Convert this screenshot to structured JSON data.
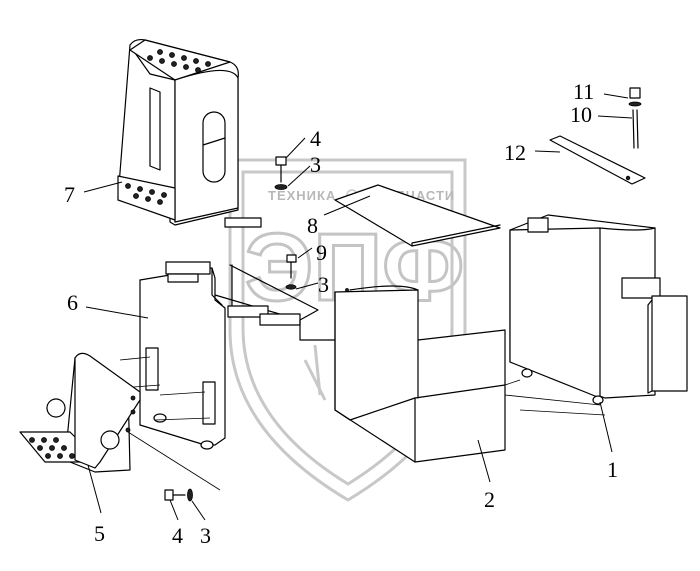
{
  "watermark": {
    "text_left": "ТЕХНИКА",
    "text_right": "ЗАПЧАСТИ",
    "logo_letters": "ЭПФ"
  },
  "callouts": [
    {
      "id": "c1",
      "label": "1"
    },
    {
      "id": "c2",
      "label": "2"
    },
    {
      "id": "c3a",
      "label": "3"
    },
    {
      "id": "c3b",
      "label": "3"
    },
    {
      "id": "c3c",
      "label": "3"
    },
    {
      "id": "c4a",
      "label": "4"
    },
    {
      "id": "c4b",
      "label": "4"
    },
    {
      "id": "c5",
      "label": "5"
    },
    {
      "id": "c6",
      "label": "6"
    },
    {
      "id": "c7",
      "label": "7"
    },
    {
      "id": "c8",
      "label": "8"
    },
    {
      "id": "c9",
      "label": "9"
    },
    {
      "id": "c10",
      "label": "10"
    },
    {
      "id": "c11",
      "label": "11"
    },
    {
      "id": "c12",
      "label": "12"
    }
  ]
}
